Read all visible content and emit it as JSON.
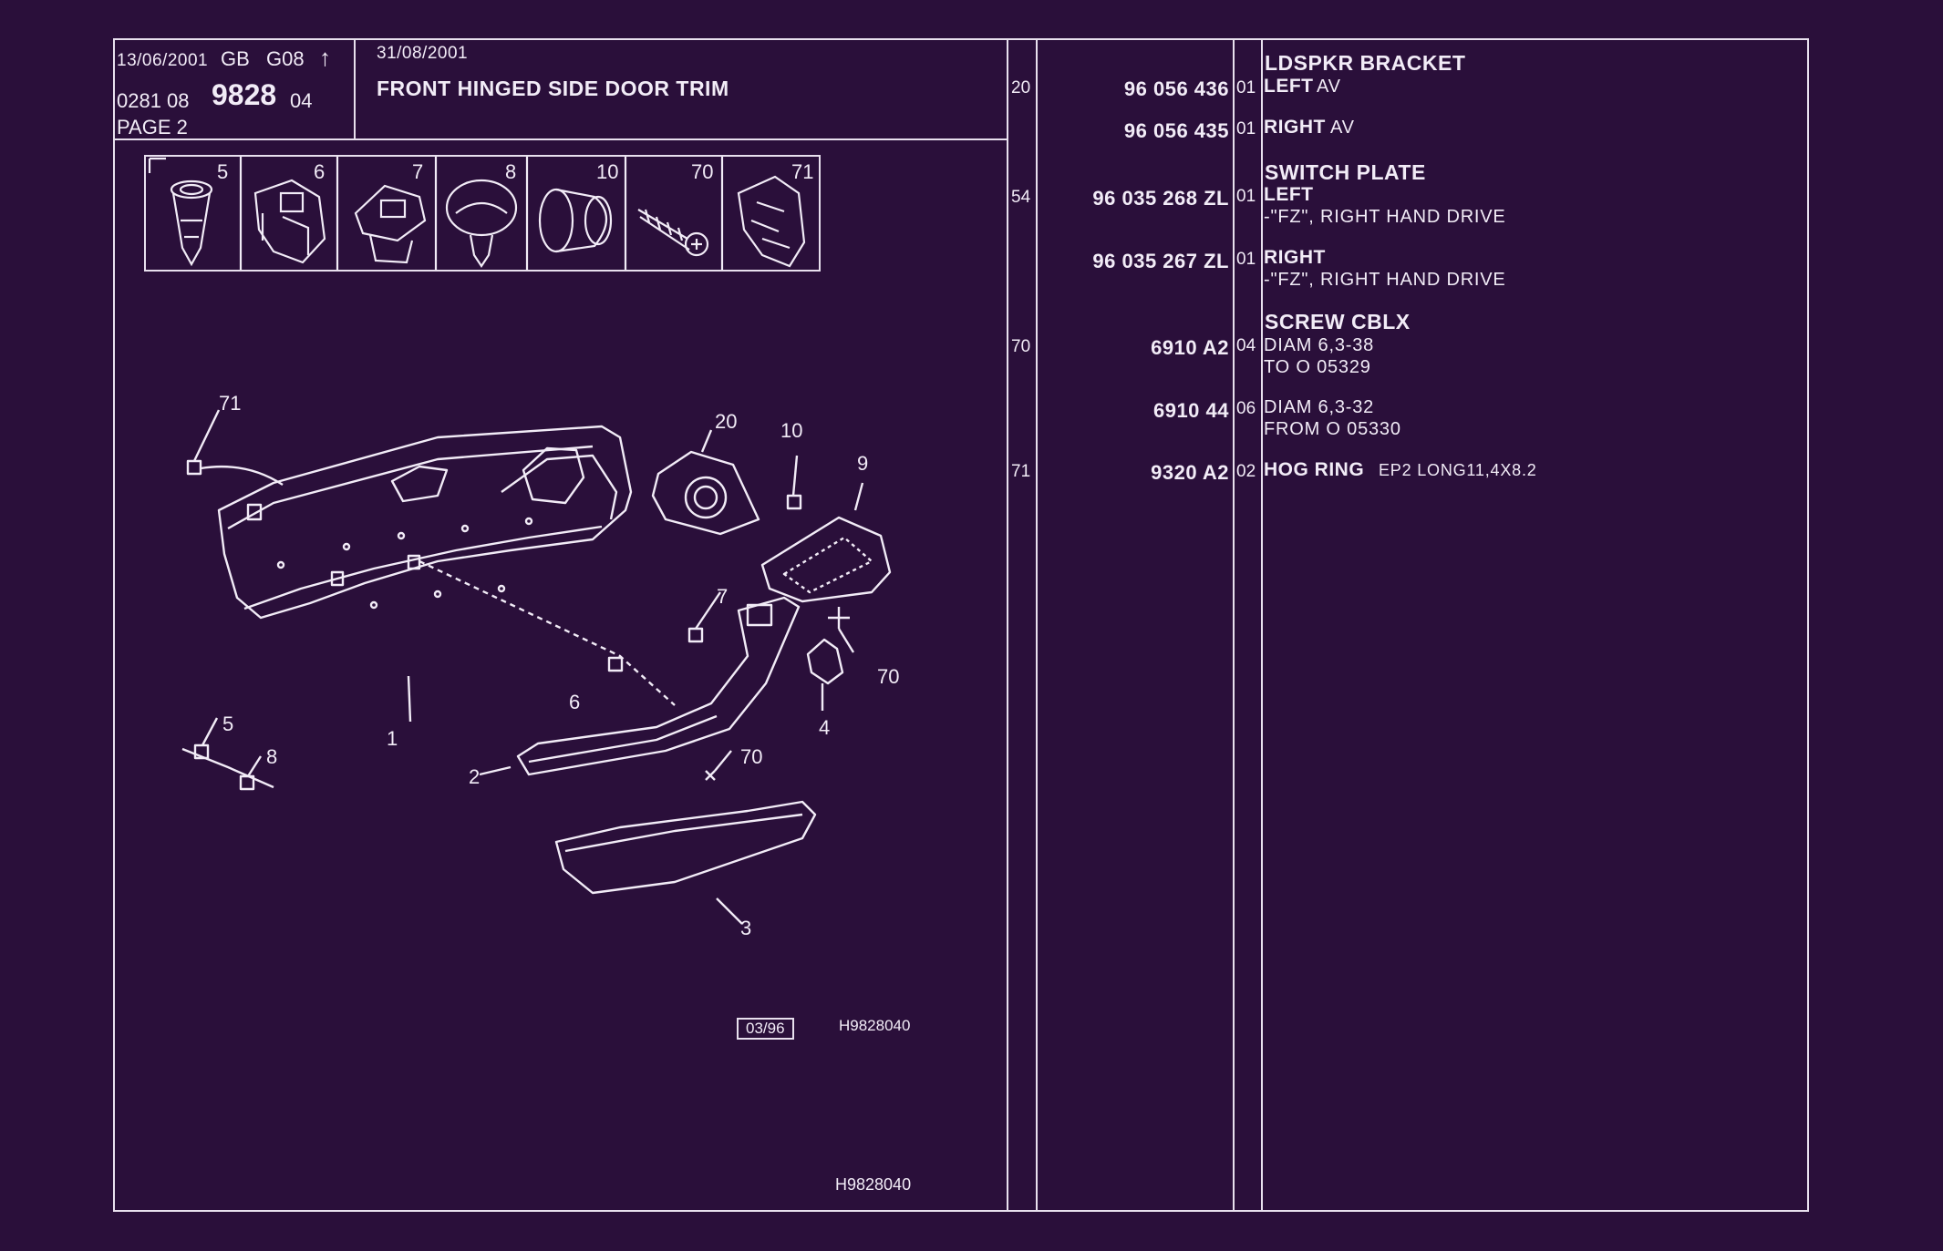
{
  "header": {
    "date1": "13/06/2001",
    "lang": "GB",
    "group": "G08",
    "arrow": "↑",
    "date2": "31/08/2001",
    "code_prefix": "0281 08",
    "code_main": "9828",
    "code_suffix": "04",
    "page": "PAGE 2",
    "title": "FRONT HINGED SIDE DOOR TRIM"
  },
  "thumbnails": [
    "5",
    "6",
    "7",
    "8",
    "10",
    "70",
    "71"
  ],
  "diagram": {
    "callouts": [
      "71",
      "20",
      "10",
      "9",
      "7",
      "70",
      "4",
      "1",
      "6",
      "5",
      "8",
      "2",
      "70",
      "3"
    ],
    "stamp_date": "03/96",
    "stamp_ref": "H9828040",
    "footer_ref": "H9828040"
  },
  "parts": [
    {
      "ref": "20",
      "number": "96 056 436",
      "code": "01",
      "heading": "LDSPKR BRACKET",
      "bold_desc": "LEFT",
      "desc": "AV",
      "notes": []
    },
    {
      "ref": "",
      "number": "96 056 435",
      "code": "01",
      "heading": "",
      "bold_desc": "RIGHT",
      "desc": "AV",
      "notes": []
    },
    {
      "ref": "54",
      "number": "96 035 268 ZL",
      "code": "01",
      "heading": "SWITCH PLATE",
      "bold_desc": "LEFT",
      "desc": "",
      "notes": [
        "-\"FZ\", RIGHT HAND DRIVE"
      ]
    },
    {
      "ref": "",
      "number": "96 035 267 ZL",
      "code": "01",
      "heading": "",
      "bold_desc": "RIGHT",
      "desc": "",
      "notes": [
        "-\"FZ\", RIGHT HAND DRIVE"
      ]
    },
    {
      "ref": "70",
      "number": "6910 A2",
      "code": "04",
      "heading": "SCREW CBLX",
      "bold_desc": "",
      "desc": "DIAM 6,3-38",
      "notes": [
        "TO  O  05329"
      ]
    },
    {
      "ref": "",
      "number": "6910 44",
      "code": "06",
      "heading": "",
      "bold_desc": "",
      "desc": "DIAM 6,3-32",
      "notes": [
        "FROM  O  05330"
      ]
    },
    {
      "ref": "71",
      "number": "9320 A2",
      "code": "02",
      "heading": "",
      "bold_desc": "HOG RING",
      "desc": "EP2 LONG11,4X8.2",
      "notes": []
    }
  ],
  "colors": {
    "background": "#2a0f3a",
    "ink": "#f2ecf7"
  }
}
